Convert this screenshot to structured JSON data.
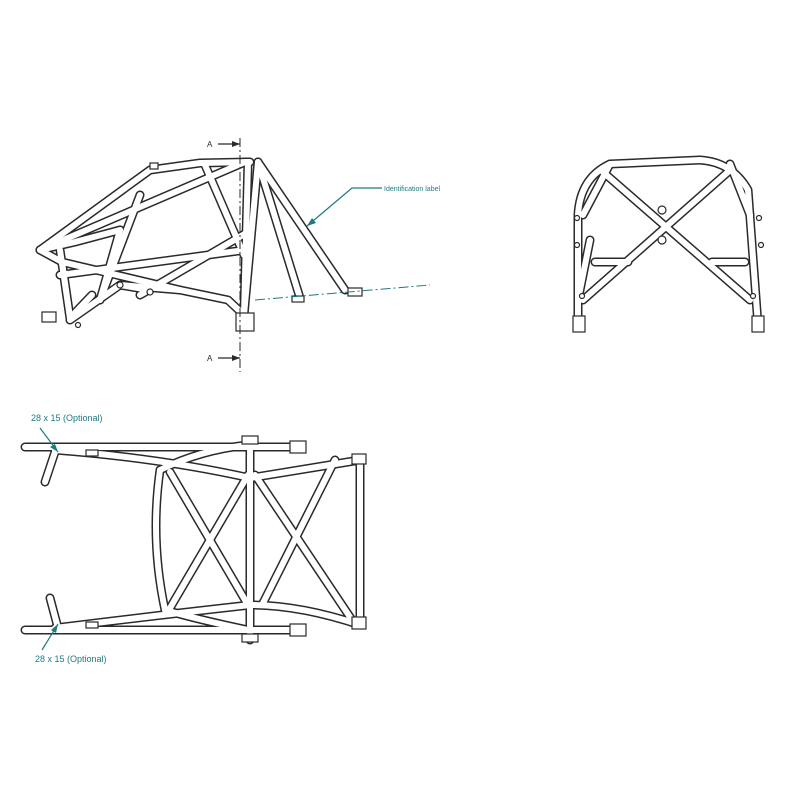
{
  "labels": {
    "identification": "Identification label",
    "optional_top": "28 x 15 (Optional)",
    "optional_bottom": "28 x 15 (Optional)",
    "section_top": "A",
    "section_bottom": "A"
  },
  "colors": {
    "line": "#2a2a2a",
    "annotation": "#1f7a80",
    "background": "#ffffff"
  }
}
